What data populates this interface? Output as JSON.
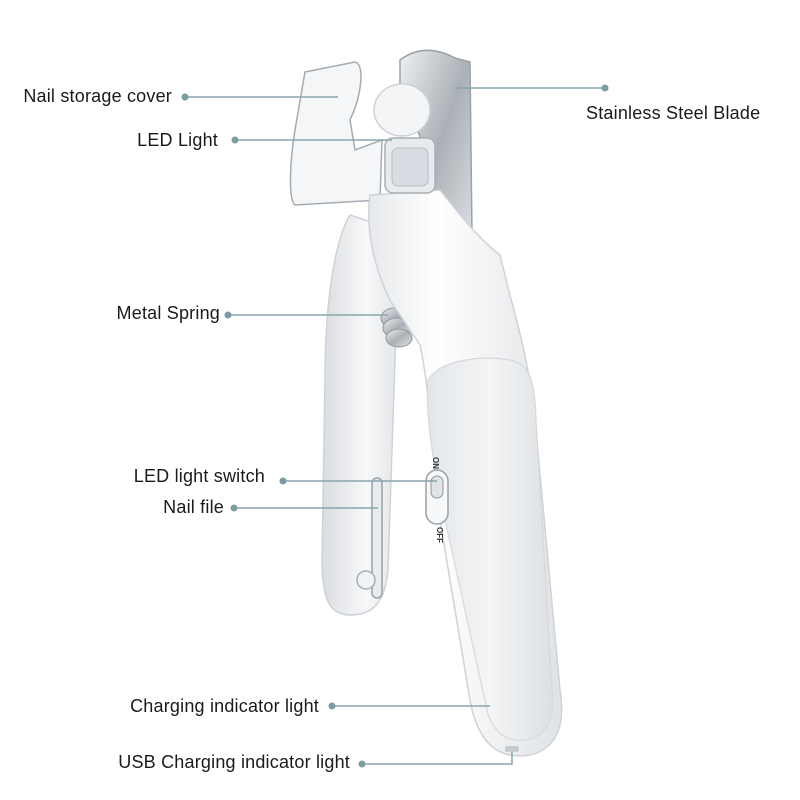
{
  "colors": {
    "leader": "#8aa6ad",
    "dot": "#7d9ba2",
    "body": "#f3f4f5",
    "body_shadow": "#d9dcdf",
    "grip": "#eceef0",
    "metal": "#b9bec4",
    "label": "#1a1a1a"
  },
  "labels": {
    "nail_storage_cover": "Nail storage cover",
    "led_light": "LED Light",
    "stainless_steel_blade": "Stainless Steel Blade",
    "metal_spring": "Metal Spring",
    "led_light_switch": "LED light switch",
    "nail_file": "Nail file",
    "charging_indicator_light": "Charging indicator light",
    "usb_charging_indicator_light": "USB Charging indicator light"
  },
  "switch": {
    "on": "ON",
    "off": "OFF"
  }
}
